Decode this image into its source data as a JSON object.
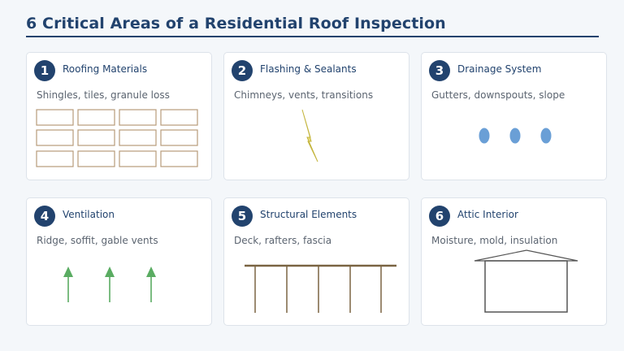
{
  "page": {
    "title": "6 Critical Areas of a Residential Roof Inspection"
  },
  "colors": {
    "navy": "#22436e",
    "shingle": "#b79b7a",
    "flash": "#d2c24a",
    "drop": "#6a9fd6",
    "vent": "#5aac62",
    "wood": "#7a6442",
    "attic": "#555555"
  },
  "cards": [
    {
      "number": "1",
      "title": "Roofing Materials",
      "desc": "Shingles, tiles, granule loss",
      "icon": "shingle-grid-icon"
    },
    {
      "number": "2",
      "title": "Flashing & Sealants",
      "desc": "Chimneys, vents, transitions",
      "icon": "lightning-bolt-icon"
    },
    {
      "number": "3",
      "title": "Drainage System",
      "desc": "Gutters, downspouts, slope",
      "icon": "water-drops-icon"
    },
    {
      "number": "4",
      "title": "Ventilation",
      "desc": "Ridge, soffit, gable vents",
      "icon": "airflow-arrows-icon"
    },
    {
      "number": "5",
      "title": "Structural Elements",
      "desc": "Deck, rafters, fascia",
      "icon": "rafters-icon"
    },
    {
      "number": "6",
      "title": "Attic Interior",
      "desc": "Moisture, mold, insulation",
      "icon": "attic-house-icon"
    }
  ]
}
